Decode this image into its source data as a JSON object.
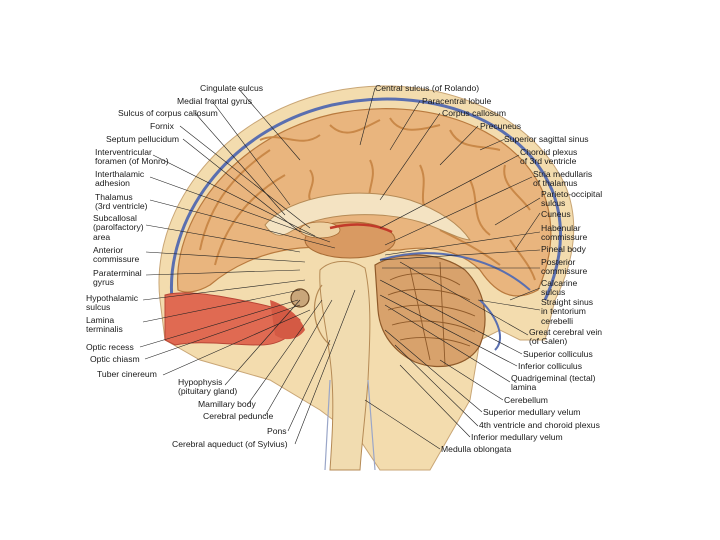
{
  "labels": {
    "cingulate_sulcus": "Cingulate sulcus",
    "medial_frontal_gyrus": "Medial frontal gyrus",
    "sulcus_corpus_callosum": "Sulcus of corpus callosum",
    "fornix": "Fornix",
    "septum_pellucidum": "Septum pellucidum",
    "interventricular_foramen_1": "Interventricular",
    "interventricular_foramen_2": "foramen (of Monro)",
    "interthalamic_1": "Interthalamic",
    "interthalamic_2": "adhesion",
    "thalamus_1": "Thalamus",
    "thalamus_2": "(3rd ventricle)",
    "subcallosal_1": "Subcallosal",
    "subcallosal_2": "(parolfactory)",
    "subcallosal_3": "area",
    "anterior_commissure_1": "Anterior",
    "anterior_commissure_2": "commissure",
    "paraterminal_1": "Paraterminal",
    "paraterminal_2": "gyrus",
    "hypothalamic_1": "Hypothalamic",
    "hypothalamic_2": "sulcus",
    "lamina_1": "Lamina",
    "lamina_2": "terminalis",
    "optic_recess": "Optic recess",
    "optic_chiasm": "Optic chiasm",
    "tuber_cinereum": "Tuber cinereum",
    "hypophysis_1": "Hypophysis",
    "hypophysis_2": "(pituitary gland)",
    "mamillary_body": "Mamillary body",
    "cerebral_peduncle": "Cerebral peduncle",
    "pons": "Pons",
    "cerebral_aqueduct": "Cerebral aqueduct (of Sylvius)",
    "central_sulcus": "Central sulcus (of Rolando)",
    "paracentral_lobule": "Paracentral lobule",
    "corpus_callosum": "Corpus callosum",
    "precuneus": "Precuneus",
    "superior_sagittal_sinus": "Superior sagittal sinus",
    "choroid_plexus_1": "Choroid plexus",
    "choroid_plexus_2": "of 3rd ventricle",
    "stria_medullaris_1": "Stria medullaris",
    "stria_medullaris_2": "of thalamus",
    "parieto_occipital_1": "Parieto-occipital",
    "parieto_occipital_2": "sulcus",
    "cuneus": "Cuneus",
    "habenular_1": "Habenular",
    "habenular_2": "commissure",
    "pineal_body": "Pineal body",
    "posterior_commissure_1": "Posterior",
    "posterior_commissure_2": "commissure",
    "calcarine_1": "Calcarine",
    "calcarine_2": "sulcus",
    "straight_sinus_1": "Straight sinus",
    "straight_sinus_2": "in tentorium",
    "straight_sinus_3": "cerebelli",
    "great_cerebral_vein_1": "Great cerebral vein",
    "great_cerebral_vein_2": "(of Galen)",
    "superior_colliculus": "Superior colliculus",
    "inferior_colliculus": "Inferior colliculus",
    "quadrigeminal_1": "Quadrigeminal (tectal)",
    "quadrigeminal_2": "lamina",
    "cerebellum": "Cerebellum",
    "superior_medullary_velum": "Superior medullary velum",
    "fourth_ventricle": "4th ventricle and choroid plexus",
    "inferior_medullary_velum": "Inferior medullary velum",
    "medulla_oblongata": "Medulla oblongata"
  },
  "colors": {
    "brain_tissue": "#e9b57e",
    "gyrus_shadow": "#c98848",
    "skull": "#f3dcae",
    "dura_blue": "#5a6fb0",
    "nasal_red": "#e06a52",
    "brainstem": "#f1dcb0",
    "leader_line": "#222222"
  }
}
